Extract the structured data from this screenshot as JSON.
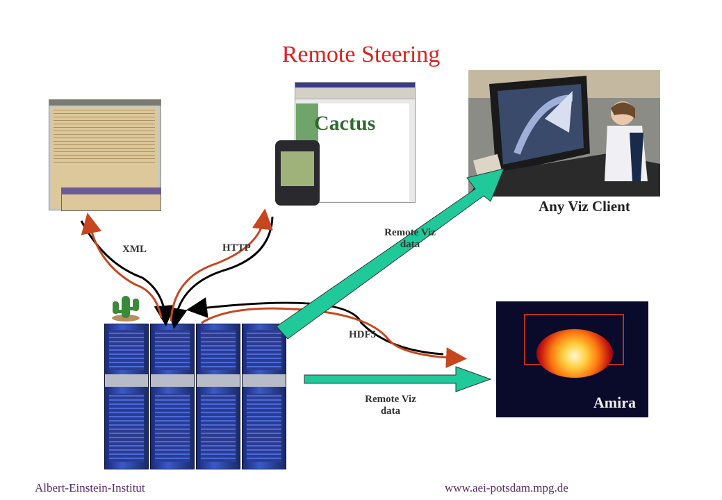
{
  "title": "Remote Steering",
  "labels": {
    "xml": "XML",
    "http": "HTTP",
    "hdf5": "HDF5",
    "remote_viz_top": [
      "Remote Viz",
      "data"
    ],
    "remote_viz_bottom": [
      "Remote Viz",
      "data"
    ]
  },
  "captions": {
    "any_viz_client": "Any Viz Client",
    "amira": "Amira"
  },
  "browser": {
    "logo": "Cactus"
  },
  "footer": {
    "left": "Albert-Einstein-Institut",
    "right": "www.aei-potsdam.mpg.de"
  },
  "colors": {
    "title": "#e0201c",
    "arrow_green": "#1fc99a",
    "curve_red": "#c8461e",
    "curve_black": "#000000"
  }
}
